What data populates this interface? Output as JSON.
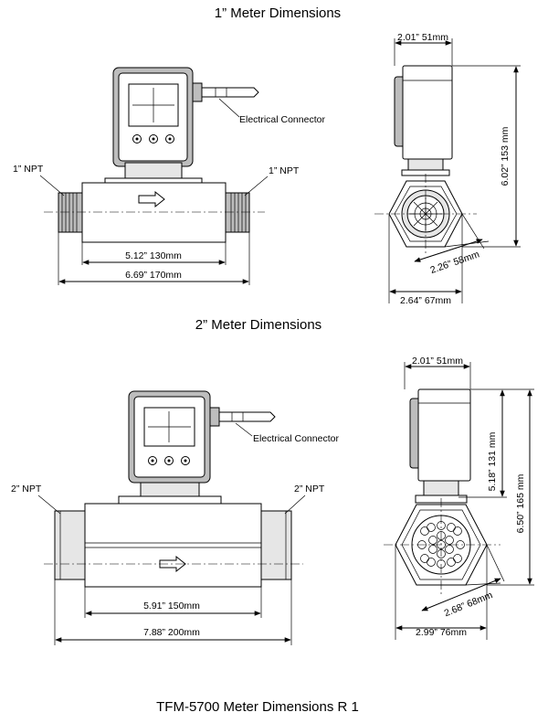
{
  "titles": {
    "one_inch": "1” Meter Dimensions",
    "two_inch": "2” Meter Dimensions",
    "footer": "TFM-5700 Meter Dimensions R 1"
  },
  "one_inch": {
    "left_npt": "1” NPT",
    "right_npt": "1” NPT",
    "connector": "Electrical Connector",
    "body_length": "5.12” 130mm",
    "overall_length": "6.69” 170mm",
    "side_width": "2.01” 51mm",
    "height": "6.02” 153 mm",
    "hex_flats": "2.26” 58mm",
    "hex_width": "2.64” 67mm"
  },
  "two_inch": {
    "left_npt": "2” NPT",
    "right_npt": "2” NPT",
    "connector": "Electrical Connector",
    "body_length": "5.91” 150mm",
    "overall_length": "7.88” 200mm",
    "side_width": "2.01” 51mm",
    "upper_height": "5.18” 131 mm",
    "height": "6.50” 165 mm",
    "hex_flats": "2.68” 68mm",
    "hex_width": "2.99” 76mm"
  }
}
